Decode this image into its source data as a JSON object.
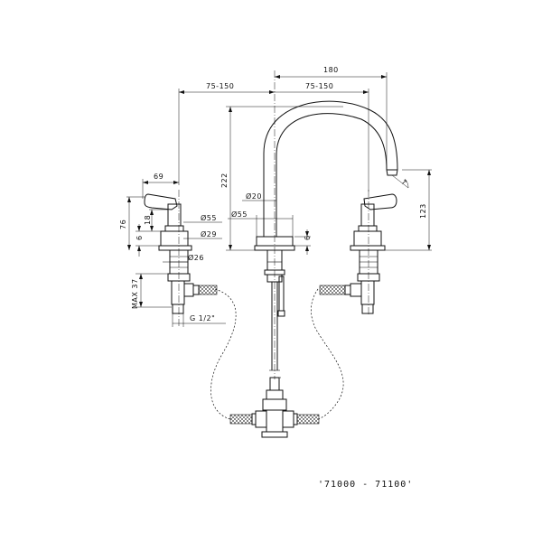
{
  "dimensions": {
    "width_180": "180",
    "left_75_150": "75-150",
    "right_75_150": "75-150",
    "width_69": "69",
    "height_222": "222",
    "height_123": "123",
    "height_76": "76",
    "height_18": "18",
    "height_6_left": "6",
    "height_6_center": "6",
    "max_37": "MAX 37",
    "dia_20": "Ø20",
    "dia_55_center": "Ø55",
    "dia_55_side": "Ø55",
    "dia_29": "Ø29",
    "dia_26": "Ø26",
    "thread": "G 1/2\""
  },
  "caption": "'71000 - 71100'"
}
